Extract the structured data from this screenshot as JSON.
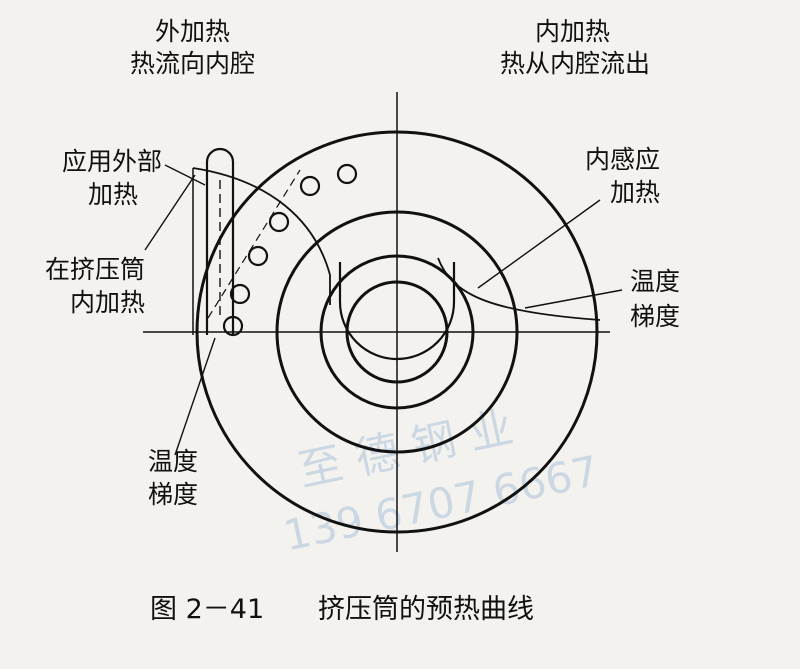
{
  "labels": {
    "outer_heat_line1": "外加热",
    "outer_heat_line2": "热流向内腔",
    "inner_heat_line1": "内加热",
    "inner_heat_line2": "热从内腔流出",
    "apply_external_line1": "应用外部",
    "apply_external_line2": "加热",
    "in_container_line1": "在挤压筒",
    "in_container_line2": "内加热",
    "induction_line1": "内感应",
    "induction_line2": "加热",
    "gradient_right_line1": "温度",
    "gradient_right_line2": "梯度",
    "gradient_left_line1": "温度",
    "gradient_left_line2": "梯度"
  },
  "caption": {
    "figure_number": "图 2－41",
    "title": "挤压筒的预热曲线"
  },
  "watermark": {
    "text": "至 德 钢 业",
    "phone": "139 6707 6667"
  },
  "colors": {
    "line": "#111111",
    "background": "#f4f2ee",
    "watermark": "#b6cbe0"
  }
}
